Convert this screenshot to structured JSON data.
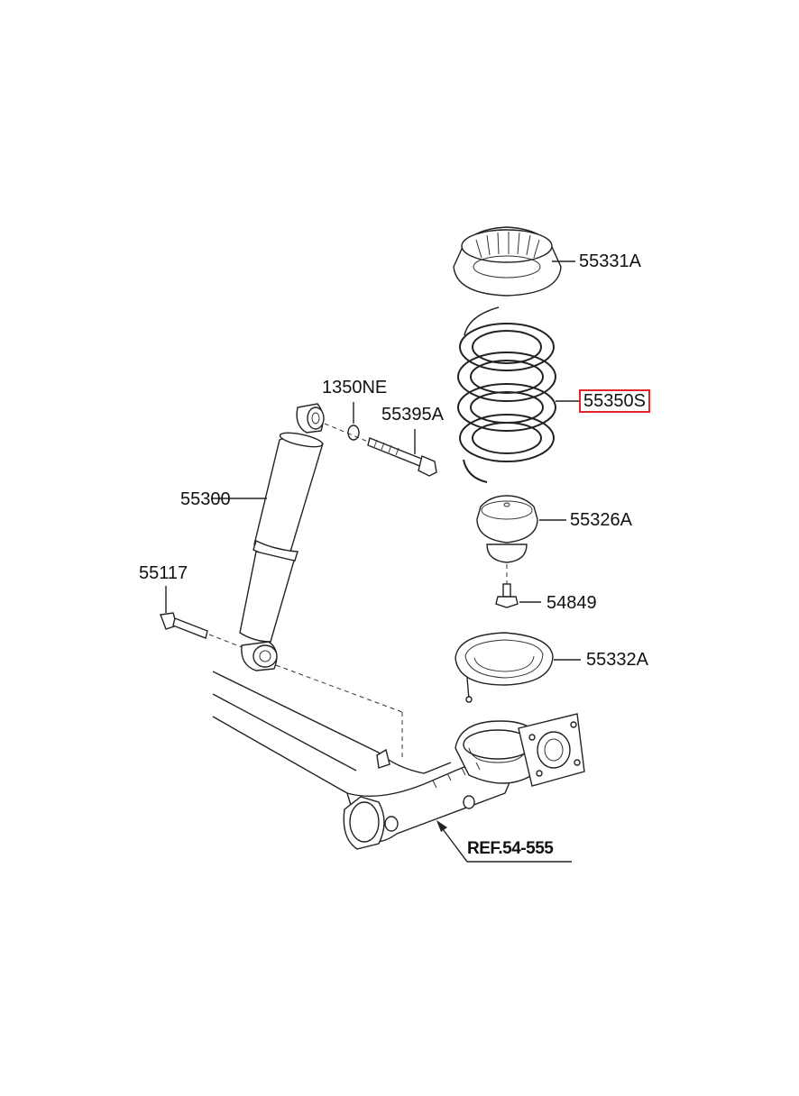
{
  "labels": {
    "upper_seat": "55331A",
    "coil_spring": "55350S",
    "bolt_upper": "1350NE",
    "bolt_long": "55395A",
    "shock_absorber": "55300",
    "bolt_lower": "55117",
    "bumper": "55326A",
    "small_bolt": "54849",
    "lower_seat": "55332A",
    "reference": "REF.54-555"
  },
  "highlight": {
    "label": "coil_spring",
    "color": "#e0262a"
  }
}
